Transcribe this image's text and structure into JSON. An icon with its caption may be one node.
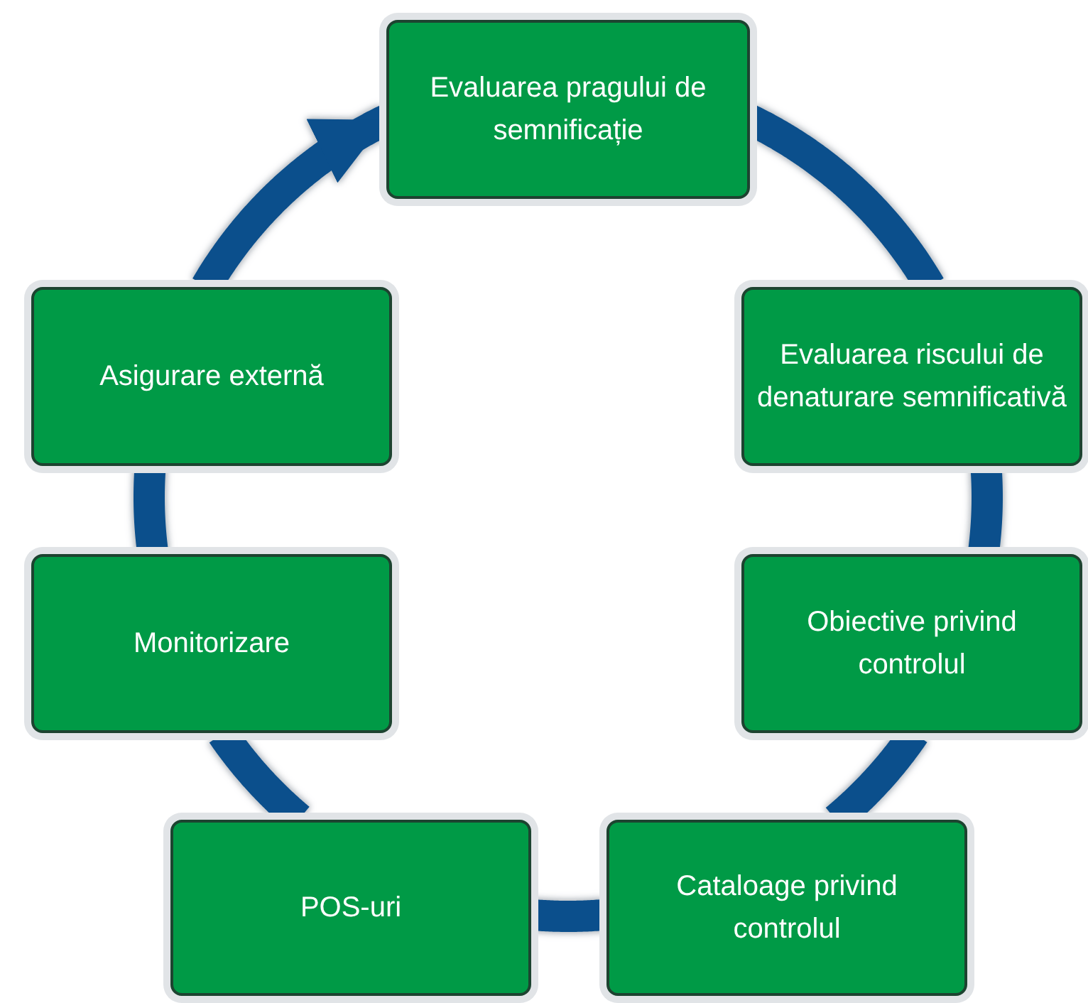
{
  "diagram": {
    "nodes": [
      {
        "text": [
          "Evaluarea pragului de semnificație"
        ]
      },
      {
        "text": [
          "Evaluarea riscului de denaturare semnificativă"
        ]
      },
      {
        "text": [
          "Obiective privind controlul"
        ]
      },
      {
        "text": [
          "Cataloage privind controlul"
        ]
      },
      {
        "text": [
          "POS-uri"
        ]
      },
      {
        "text": [
          "Monitorizare"
        ]
      },
      {
        "text": [
          "Asigurare externă"
        ]
      }
    ],
    "edges": [
      {
        "from": 0,
        "to": 1,
        "arrow": "none"
      },
      {
        "from": 1,
        "to": 2,
        "arrow": "none"
      },
      {
        "from": 2,
        "to": 3,
        "arrow": "none"
      },
      {
        "from": 3,
        "to": 4,
        "arrow": "none"
      },
      {
        "from": 4,
        "to": 5,
        "arrow": "none"
      },
      {
        "from": 5,
        "to": 6,
        "arrow": "none"
      },
      {
        "from": 6,
        "to": 0,
        "arrow": "to"
      }
    ]
  }
}
